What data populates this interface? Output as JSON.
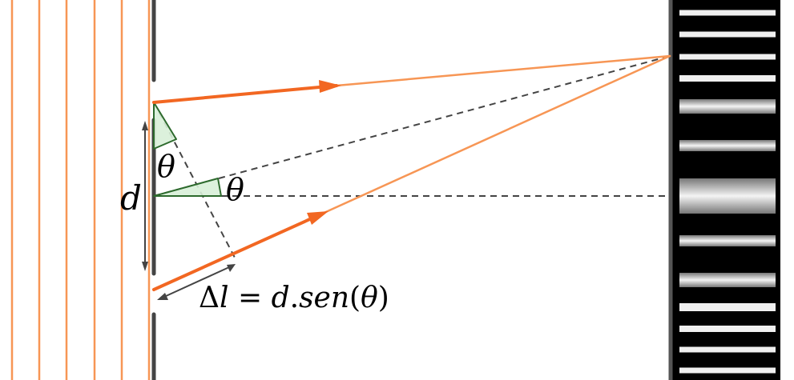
{
  "labels": {
    "slit_spacing": "d",
    "angle_at_slit": "θ",
    "angle_at_center": "θ",
    "path_difference": {
      "delta": "Δ",
      "l": "l",
      "equals": " = ",
      "d": "d",
      "dot": ".",
      "sen": "sen",
      "open_paren": "(",
      "theta": "θ",
      "close_paren": ")"
    }
  },
  "colors": {
    "wave": "#f79655",
    "ray": "#f26722",
    "barrier": "#444444",
    "dashed": "#444444",
    "angle_fill": "#d8efd8",
    "angle_stroke": "#2d6a2d",
    "screen_bg": "#000000",
    "fringe_bright": "#f0f0f0"
  },
  "fringes": {
    "intensities": [
      0.85,
      0.85,
      0.85,
      0.85,
      0.9,
      0.95,
      1.0,
      0.95,
      0.9,
      0.85,
      0.85,
      0.85,
      0.85
    ]
  }
}
